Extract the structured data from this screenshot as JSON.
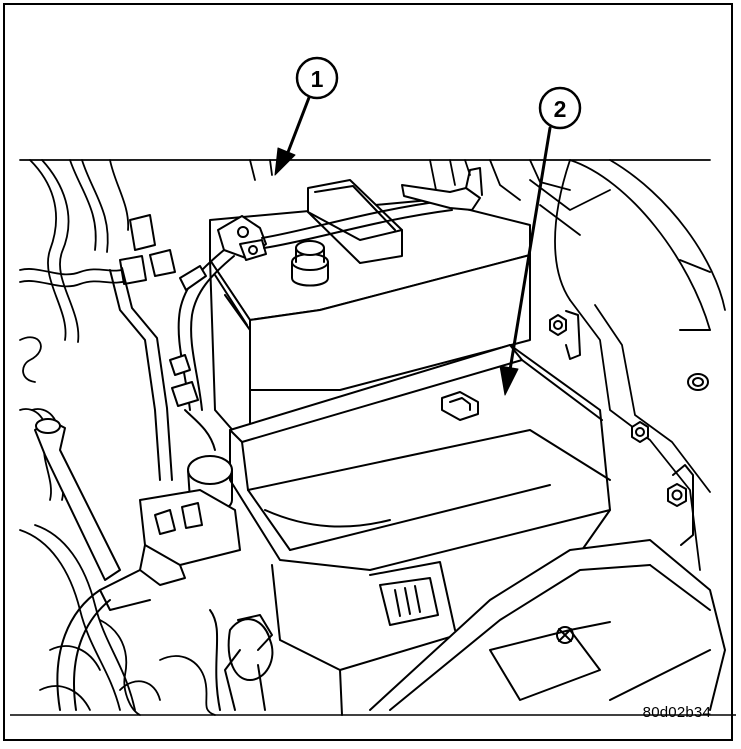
{
  "callouts": [
    {
      "number": "1",
      "target": "battery-terminal"
    },
    {
      "number": "2",
      "target": "battery-cover"
    }
  ],
  "figure_id": "80d02b34",
  "colors": {
    "line": "#000000",
    "fill": "#ffffff",
    "shade": "#e6e6e6"
  }
}
